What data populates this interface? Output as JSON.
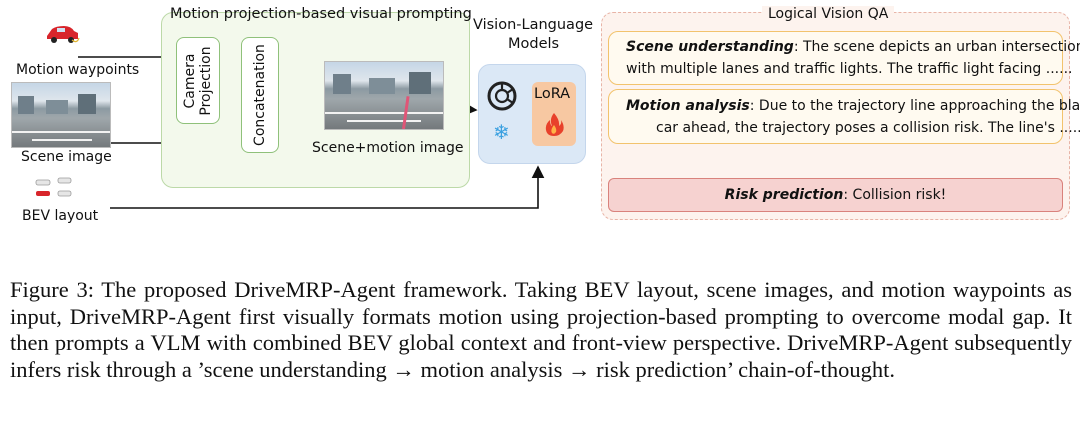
{
  "inputs": {
    "motion_waypoints_label": "Motion waypoints",
    "scene_image_label": "Scene image",
    "bev_layout_label": "BEV layout"
  },
  "prompting": {
    "title": "Motion projection-based visual prompting",
    "camera_projection_line1": "Camera",
    "camera_projection_line2": "Projection",
    "concatenation_label": "Concatenation",
    "output_label": "Scene+motion image"
  },
  "vlm": {
    "title_line1": "Vision-Language",
    "title_line2": "Models",
    "lora_label": "LoRA",
    "frozen_icon": "snowflake-icon",
    "trainable_icon": "flame-icon",
    "model_icon": "openai-logo-icon"
  },
  "qa": {
    "title": "Logical Vision QA",
    "scene_title": "Scene understanding",
    "scene_text_line1": ": The scene depicts an urban intersection",
    "scene_text_line2": "with multiple lanes and traffic lights. The traffic light facing ......",
    "motion_title": "Motion analysis",
    "motion_text_line1": ": Due to the trajectory line approaching the black",
    "motion_text_line2": "car ahead, the trajectory poses a collision risk. The line's ......",
    "risk_title": "Risk prediction",
    "risk_text": ": Collision risk!"
  },
  "caption": "Figure 3:   The proposed DriveMRP-Agent framework. Taking BEV layout, scene images, and motion waypoints as input, DriveMRP-Agent first visually formats motion using projection-based prompting to overcome modal gap. It then prompts a VLM with combined BEV global context and front-view perspective. DriveMRP-Agent subsequently infers risk through a ’scene understanding → motion analysis → risk prediction’ chain-of-thought.",
  "colors": {
    "green_fill": "#f3f9ec",
    "green_border": "#8fc17a",
    "vlm_fill": "#dbe8f6",
    "qa_fill": "#fdf3ee",
    "qa_box_border": "#f2c36d",
    "risk_fill": "#f6d2d0",
    "trajectory": "#e05577"
  }
}
